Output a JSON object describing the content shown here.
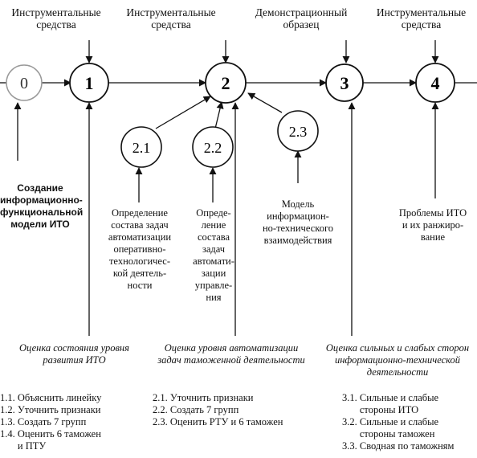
{
  "headers": [
    "Инструментальные\nсредства",
    "Инструментальные\nсредства",
    "Демонстрационный\nобразец",
    "Инструментальные\nсредства"
  ],
  "nodes": {
    "n0": "0",
    "n1": "1",
    "n2": "2",
    "n3": "3",
    "n4": "4",
    "n21": "2.1",
    "n22": "2.2",
    "n23": "2.3"
  },
  "labels": {
    "create_model": "Создание\nинформационно-\nфункциональной\nмодели ИТО",
    "tasks_tech": "Определение\nсостава задач\nавтоматизации\nоперативно-\nтехнологичес-\nкой деятель-\nности",
    "tasks_mgmt": "Опреде-\nление\nсостава\nзадач\nавтомати-\nзации\nуправле-\nния",
    "model_info": "Модель\nинформацион-\nно-технического\nвзаимодействия",
    "problems": "Проблемы ИТО\nи их ранжиро-\nвание"
  },
  "assessments": [
    "Оценка состояния уровня\nразвития ИТО",
    "Оценка уровня автоматизации\nзадач таможенной деятельности",
    "Оценка сильных и слабых сторон\nинформационно-технической\nдеятельности"
  ],
  "lists": {
    "col1": "1.1. Объяснить линейку\n1.2. Уточнить признаки\n1.3. Создать 7 групп\n1.4. Оценить 6 таможен\n       и ПТУ",
    "col2": "2.1. Уточнить признаки\n2.2. Создать 7 групп\n2.3. Оценить РТУ и 6 таможен",
    "col3": "3.1. Сильные и слабые\n       стороны ИТО\n3.2. Сильные и слабые\n       стороны таможен\n3.3. Сводная по таможням"
  }
}
